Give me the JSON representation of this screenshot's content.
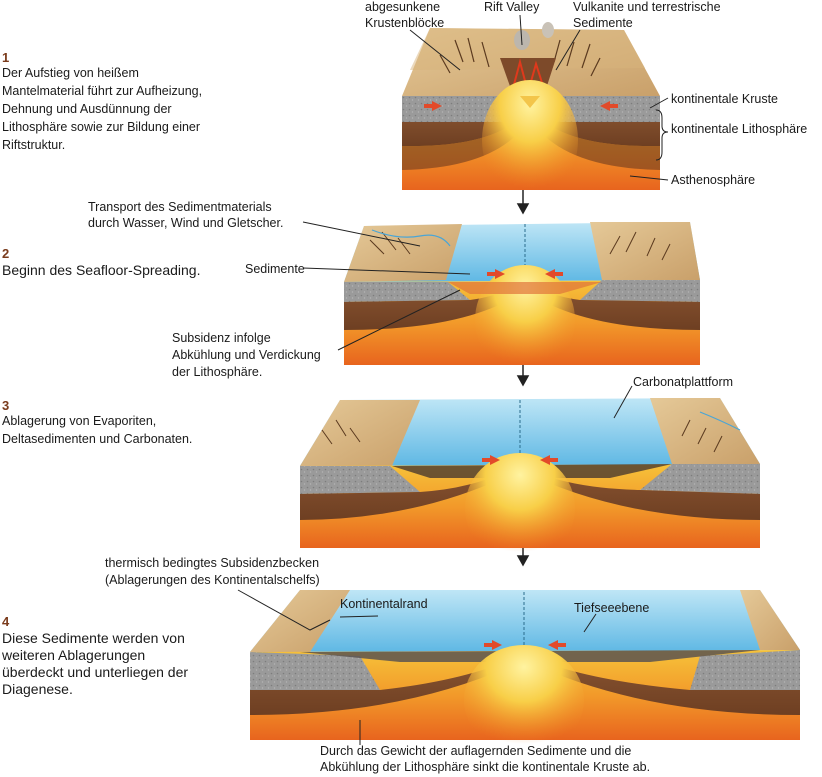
{
  "steps": [
    {
      "number": "1",
      "lines": [
        "Der Aufstieg von heißem",
        "Mantelmaterial führt zur Aufheizung,",
        "Dehnung und Ausdünnung der",
        "Lithosphäre sowie zur Bildung einer",
        "Riftstruktur."
      ]
    },
    {
      "number": "2",
      "lines": [
        "Beginn des Seafloor-Spreading."
      ]
    },
    {
      "number": "3",
      "lines": [
        "Ablagerung von Evaporiten,",
        "Deltasedimenten und Carbonaten."
      ]
    },
    {
      "number": "4",
      "lines": [
        "Diese Sedimente werden von",
        "weiteren Ablagerungen",
        "überdeckt und unterliegen der",
        "Diagenese."
      ]
    }
  ],
  "labels": {
    "abgesunkene": [
      "abgesunkene",
      "Krustenblöcke"
    ],
    "rift_valley": "Rift Valley",
    "vulkanite": [
      "Vulkanite und terrestrische",
      "Sedimente"
    ],
    "kont_kruste": "kontinentale Kruste",
    "kont_litho": "kontinentale Lithosphäre",
    "astheno": "Asthenosphäre",
    "transport": [
      "Transport des Sedimentmaterials",
      "durch Wasser, Wind und Gletscher."
    ],
    "sedimente": "Sedimente",
    "subsidenz": [
      "Subsidenz infolge",
      "Abkühlung und Verdickung",
      "der Lithosphäre."
    ],
    "carbonat": "Carbonatplattform",
    "thermisch": [
      "thermisch bedingtes Subsidenzbecken",
      "(Ablagerungen des Kontinentalschelfs)"
    ],
    "kontinentalrand": "Kontinentalrand",
    "tiefsee": "Tiefseeebene",
    "bottom": [
      "Durch das Gewicht der auflagernden Sedimente und die",
      "Abkühlung der Lithosphäre sinkt die kontinentale Kruste ab."
    ]
  }
}
